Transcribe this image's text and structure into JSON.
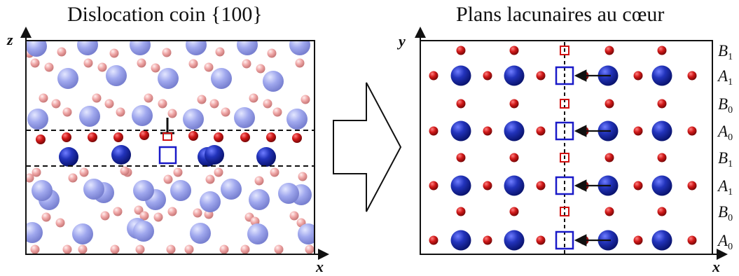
{
  "titles": {
    "left": "Dislocation coin {100}",
    "right": "Plans lacunaires au cœur"
  },
  "axes": {
    "left_vertical": "z",
    "left_horizontal": "x",
    "right_vertical": "y",
    "right_horizontal": "x"
  },
  "planes": [
    {
      "letter": "B",
      "index": "1"
    },
    {
      "letter": "A",
      "index": "1"
    },
    {
      "letter": "B",
      "index": "0"
    },
    {
      "letter": "A",
      "index": "0"
    },
    {
      "letter": "B",
      "index": "1"
    },
    {
      "letter": "A",
      "index": "1"
    },
    {
      "letter": "B",
      "index": "0"
    },
    {
      "letter": "A",
      "index": "0"
    }
  ],
  "colors": {
    "large_atom": "#1c2aa8",
    "small_atom": "#c81414",
    "light_large_atom": "#9aa2ea",
    "light_small_atom": "#eba3a3",
    "vacancy_large": "#1a1ac8",
    "vacancy_small": "#d01010"
  }
}
